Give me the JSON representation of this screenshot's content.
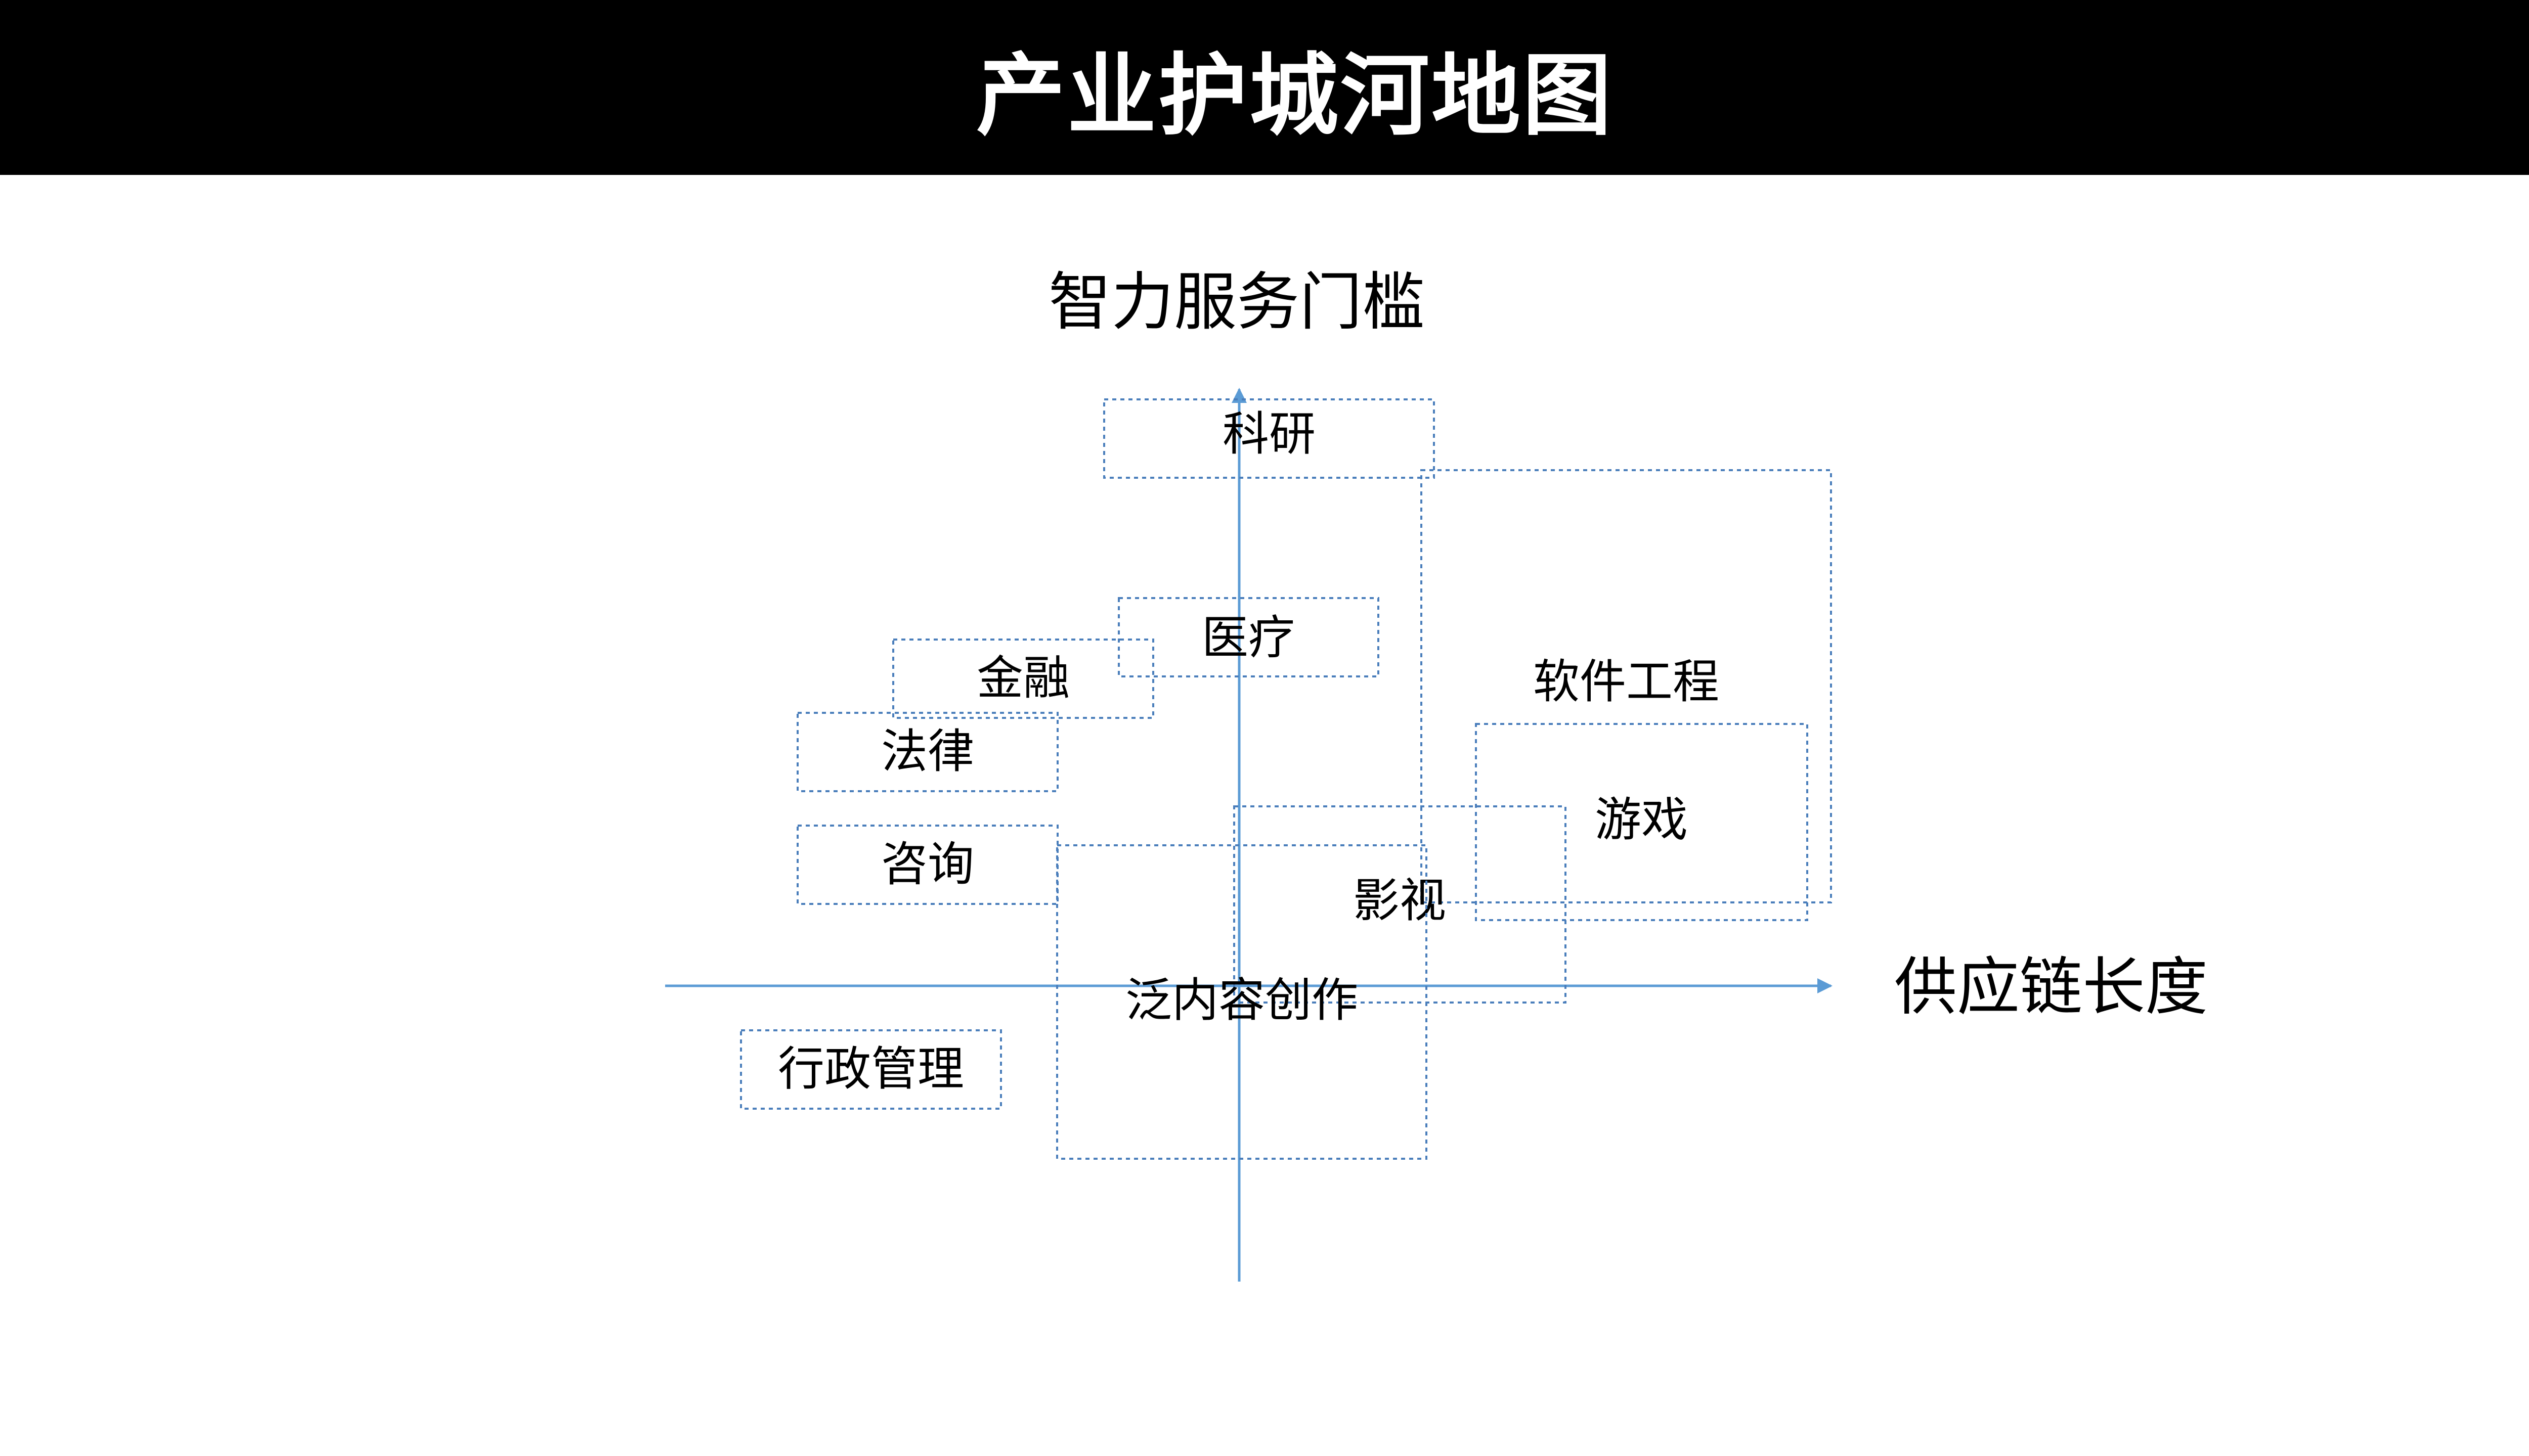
{
  "title": "产业护城河地图",
  "axes": {
    "y_label": "智力服务门槛",
    "x_label": "供应链长度"
  },
  "colors": {
    "axis": "#5b9bd5",
    "box_border": "#4a7ebb",
    "title_bg": "#000000",
    "title_text": "#ffffff"
  },
  "industries": [
    {
      "key": "keyan",
      "label": "科研"
    },
    {
      "key": "ruanjian",
      "label": "软件工程"
    },
    {
      "key": "yiliao",
      "label": "医疗"
    },
    {
      "key": "jinrong",
      "label": "金融"
    },
    {
      "key": "falv",
      "label": "法律"
    },
    {
      "key": "youxi",
      "label": "游戏"
    },
    {
      "key": "yingshi",
      "label": "影视"
    },
    {
      "key": "zixun",
      "label": "咨询"
    },
    {
      "key": "neirong",
      "label": "泛内容创作"
    },
    {
      "key": "xingzheng",
      "label": "行政管理"
    }
  ]
}
